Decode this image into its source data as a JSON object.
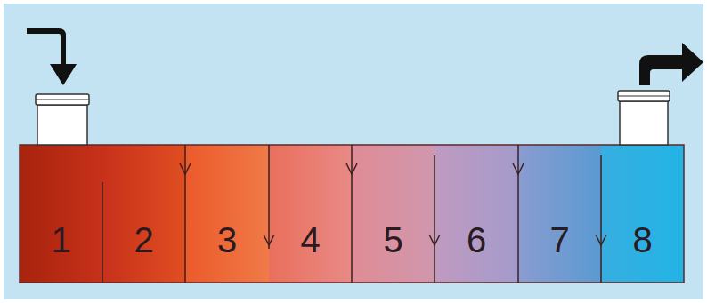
{
  "diagram": {
    "nodes": [
      {
        "text": [
          "1"
        ]
      },
      {
        "text": [
          "2"
        ]
      },
      {
        "text": [
          "3"
        ]
      },
      {
        "text": [
          "4"
        ]
      },
      {
        "text": [
          "5"
        ]
      },
      {
        "text": [
          "6"
        ]
      },
      {
        "text": [
          "7"
        ]
      },
      {
        "text": [
          "8"
        ]
      }
    ]
  }
}
